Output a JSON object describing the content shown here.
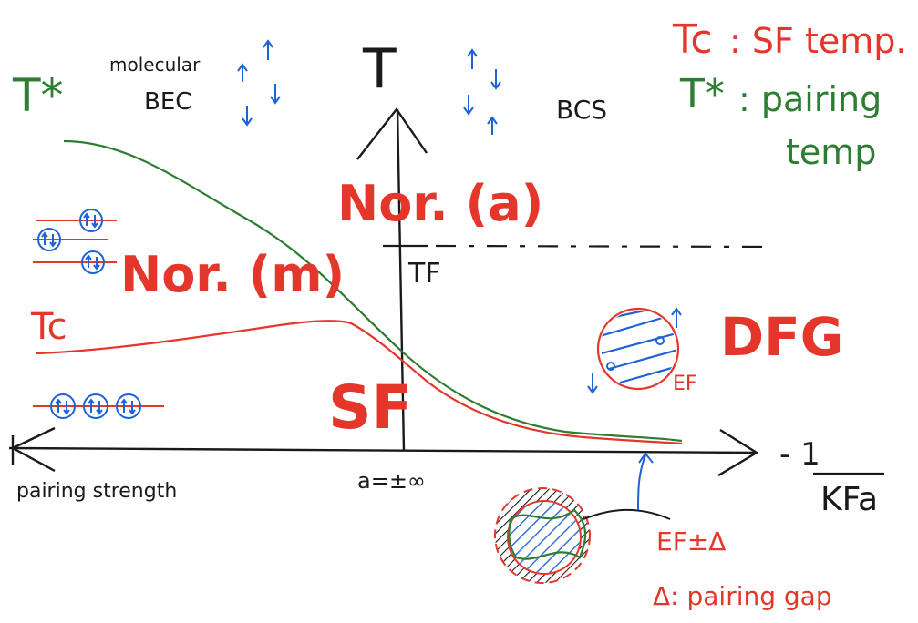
{
  "colors": {
    "red": "#e5362b",
    "green": "#2e7d32",
    "blue": "#1e63d6",
    "black": "#1a1a1a"
  },
  "legend": {
    "tc_symbol": "Tc",
    "tc_desc": ": SF temp.",
    "tstar_symbol": "T*",
    "tstar_desc_line1": ": pairing",
    "tstar_desc_line2": "temp"
  },
  "axes": {
    "y_label": "T",
    "x_left_label": "pairing strength",
    "x_center_label": "a=±∞",
    "x_right_label_num": "- 1",
    "x_right_label_den": "KFa",
    "tf_label": "TF"
  },
  "left_labels": {
    "tstar": "T*",
    "tc": "Tc"
  },
  "regions": {
    "molecular_bec_line1": "molecular",
    "molecular_bec_line2": "BEC",
    "bcs": "BCS",
    "normal_atomic": "Nor. (a)",
    "normal_molecular": "Nor. (m)",
    "superfluid": "SF",
    "dfg": "DFG"
  },
  "fermi_sphere": {
    "ef_label": "EF",
    "gap_label": "EF±Δ",
    "gap_desc": "Δ: pairing gap"
  },
  "icons": [
    "spin-arrow-icon",
    "paired-spin-icon",
    "fermi-sphere-icon",
    "gapped-sphere-icon"
  ]
}
